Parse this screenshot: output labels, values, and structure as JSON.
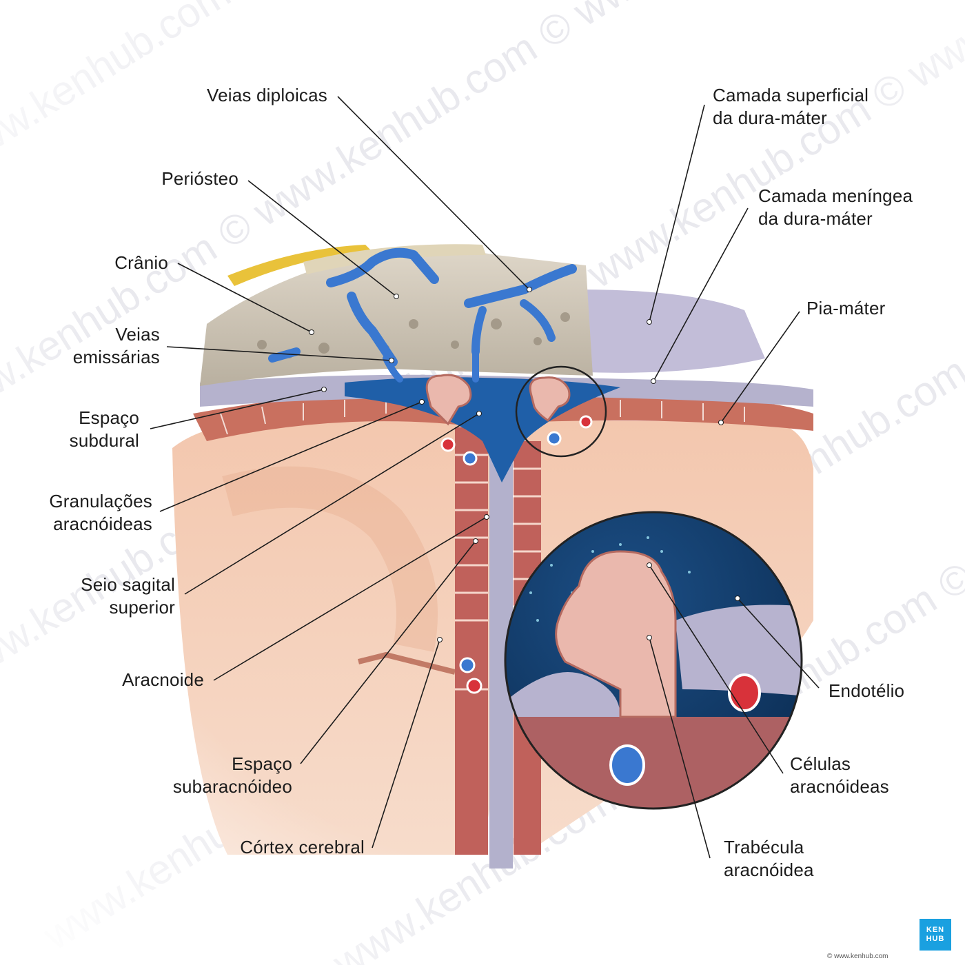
{
  "labels": {
    "veias_diploicas": "Veias diploicas",
    "periosteo": "Periósteo",
    "cranio": "Crânio",
    "veias_emissarias": [
      "Veias",
      "emissárias"
    ],
    "espaco_subdural": [
      "Espaço",
      "subdural"
    ],
    "granulacoes": [
      "Granulações",
      "aracnóideas"
    ],
    "seio_sagital": [
      "Seio sagital",
      "superior"
    ],
    "aracnoide": "Aracnoide",
    "espaco_subaracnoideo": [
      "Espaço",
      "subaracnóideo"
    ],
    "cortex": "Córtex cerebral",
    "camada_superficial": [
      "Camada superficial",
      "da dura-máter"
    ],
    "camada_meningea": [
      "Camada meníngea",
      "da dura-máter"
    ],
    "pia_mater": "Pia-máter",
    "endotelio": "Endotélio",
    "celulas": [
      "Células",
      "aracnóideas"
    ],
    "trabecula": [
      "Trabécula",
      "aracnóidea"
    ]
  },
  "watermark": "www.kenhub.com ©",
  "logo": [
    "KEN",
    "HUB"
  ],
  "copyright": "© www.kenhub.com",
  "colors": {
    "vein_blue": "#3a78d0",
    "sinus_blue": "#1f5fa8",
    "skull": "#cfc6b6",
    "brain": "#f2c4a8",
    "dura": "#b7b3cf",
    "artery_red": "#d8323a",
    "inset_bg": "#113a66"
  }
}
